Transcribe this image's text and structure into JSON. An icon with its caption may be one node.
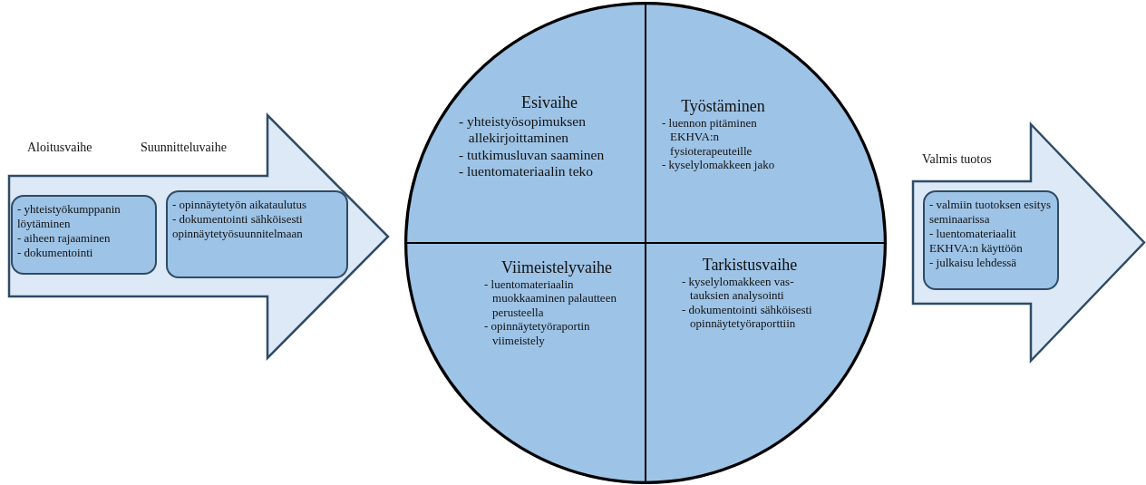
{
  "diagram": {
    "nodes": [
      {
        "text": [],
        "shape": "arrow"
      },
      {
        "text": [
          "Aloitusvaihe",
          "- yhteistyökumppanin löytäminen",
          "- aiheen rajaaminen",
          "- dokumentointi"
        ],
        "in": 0
      },
      {
        "text": [
          "Suunnitteluvaihe",
          "- opinnäytetyön aikataulutus",
          "- dokumentointi sähköisesti opinnäytetyösuunnitelmaan"
        ],
        "in": 0
      },
      {
        "text": [],
        "shape": "circle"
      },
      {
        "text": [
          "Esivaihe",
          "- yhteistyösopimuksen allekirjoittaminen",
          "- tutkimusluvan saaminen",
          "- luentomateriaalin teko"
        ],
        "in": 3
      },
      {
        "text": [
          "Työstäminen",
          "- luennon pitäminen EKHVA:n fysioterapeuteille",
          "- kyselylomakkeen jako"
        ],
        "in": 3
      },
      {
        "text": [
          "Viimeistelyvaihe",
          "- luentomateriaalin muokkaaminen palautteen perusteella",
          "- opinnäytetyöraportin viimeistely"
        ],
        "in": 3
      },
      {
        "text": [
          "Tarkistusvaihe",
          "- kyselylomakkeen vas-tauksien analysointi",
          "- dokumentointi sähköisesti opinnäytetyöraporttiin"
        ],
        "in": 3
      },
      {
        "text": [],
        "shape": "arrow"
      },
      {
        "text": [
          "Valmis tuotos",
          "- valmiin tuotoksen esitys seminaarissa",
          "- luentomateriaalit EKHVA:n käyttöön",
          "- julkaisu lehdessä"
        ],
        "in": 8
      }
    ]
  }
}
